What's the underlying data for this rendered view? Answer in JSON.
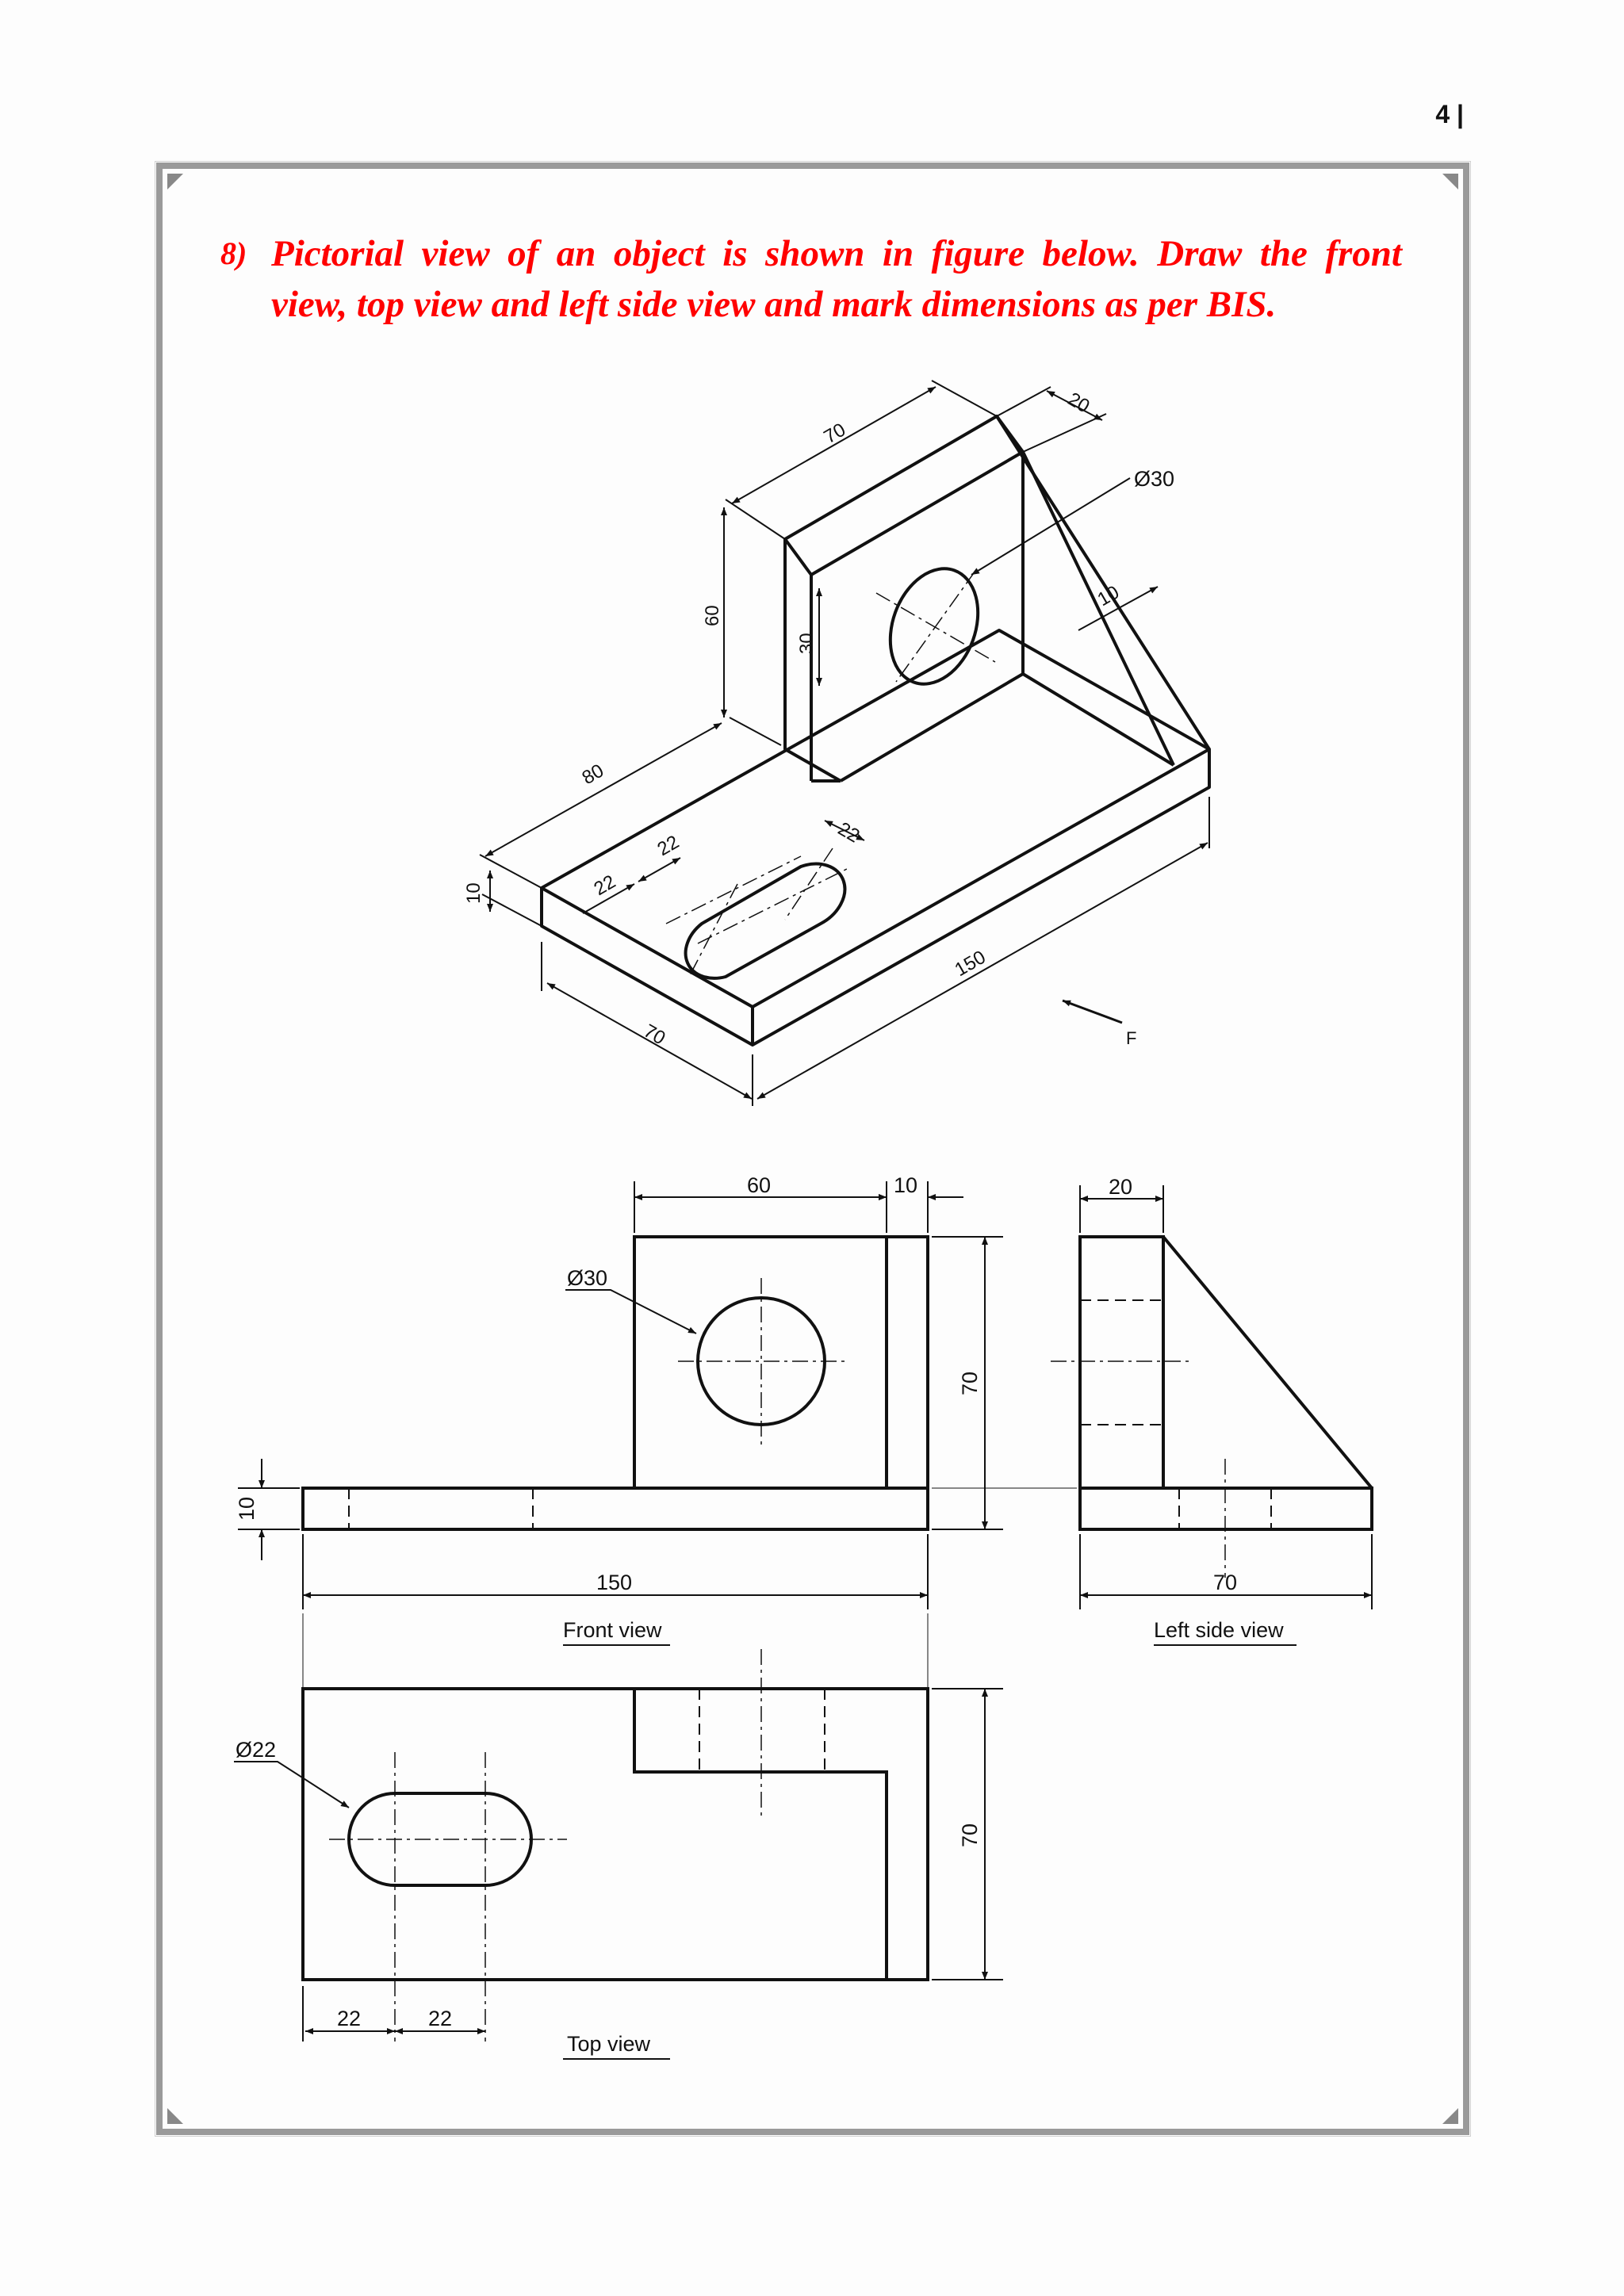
{
  "page_number": "4 |",
  "question": {
    "number": "8)",
    "line1": "Pictorial view of an object is shown in figure below. Draw the front",
    "line2": "view, top view and left side view and mark dimensions as per BIS."
  },
  "pictorial": {
    "dims": {
      "top_width": "70",
      "top_depth": "20",
      "hole_dia": "Ø30",
      "rib_thick": "10",
      "upright_height": "60",
      "hole_offset": "30",
      "base_depth": "80",
      "base_thick": "10",
      "slot_22a": "22",
      "slot_22b": "22",
      "slot_width": "22",
      "base_length": "150",
      "base_width": "70"
    },
    "view_arrow_label": "F"
  },
  "front_view": {
    "label": "Front view",
    "dims": {
      "width_60": "60",
      "rib_10": "10",
      "height_70": "70",
      "base_10": "10",
      "length_150": "150",
      "hole": "Ø30"
    }
  },
  "left_view": {
    "label": "Left side view",
    "dims": {
      "thick_20": "20",
      "depth_70": "70"
    }
  },
  "top_view": {
    "label": "Top view",
    "dims": {
      "slot": "Ø22",
      "d22a": "22",
      "d22b": "22",
      "depth_70": "70"
    }
  }
}
